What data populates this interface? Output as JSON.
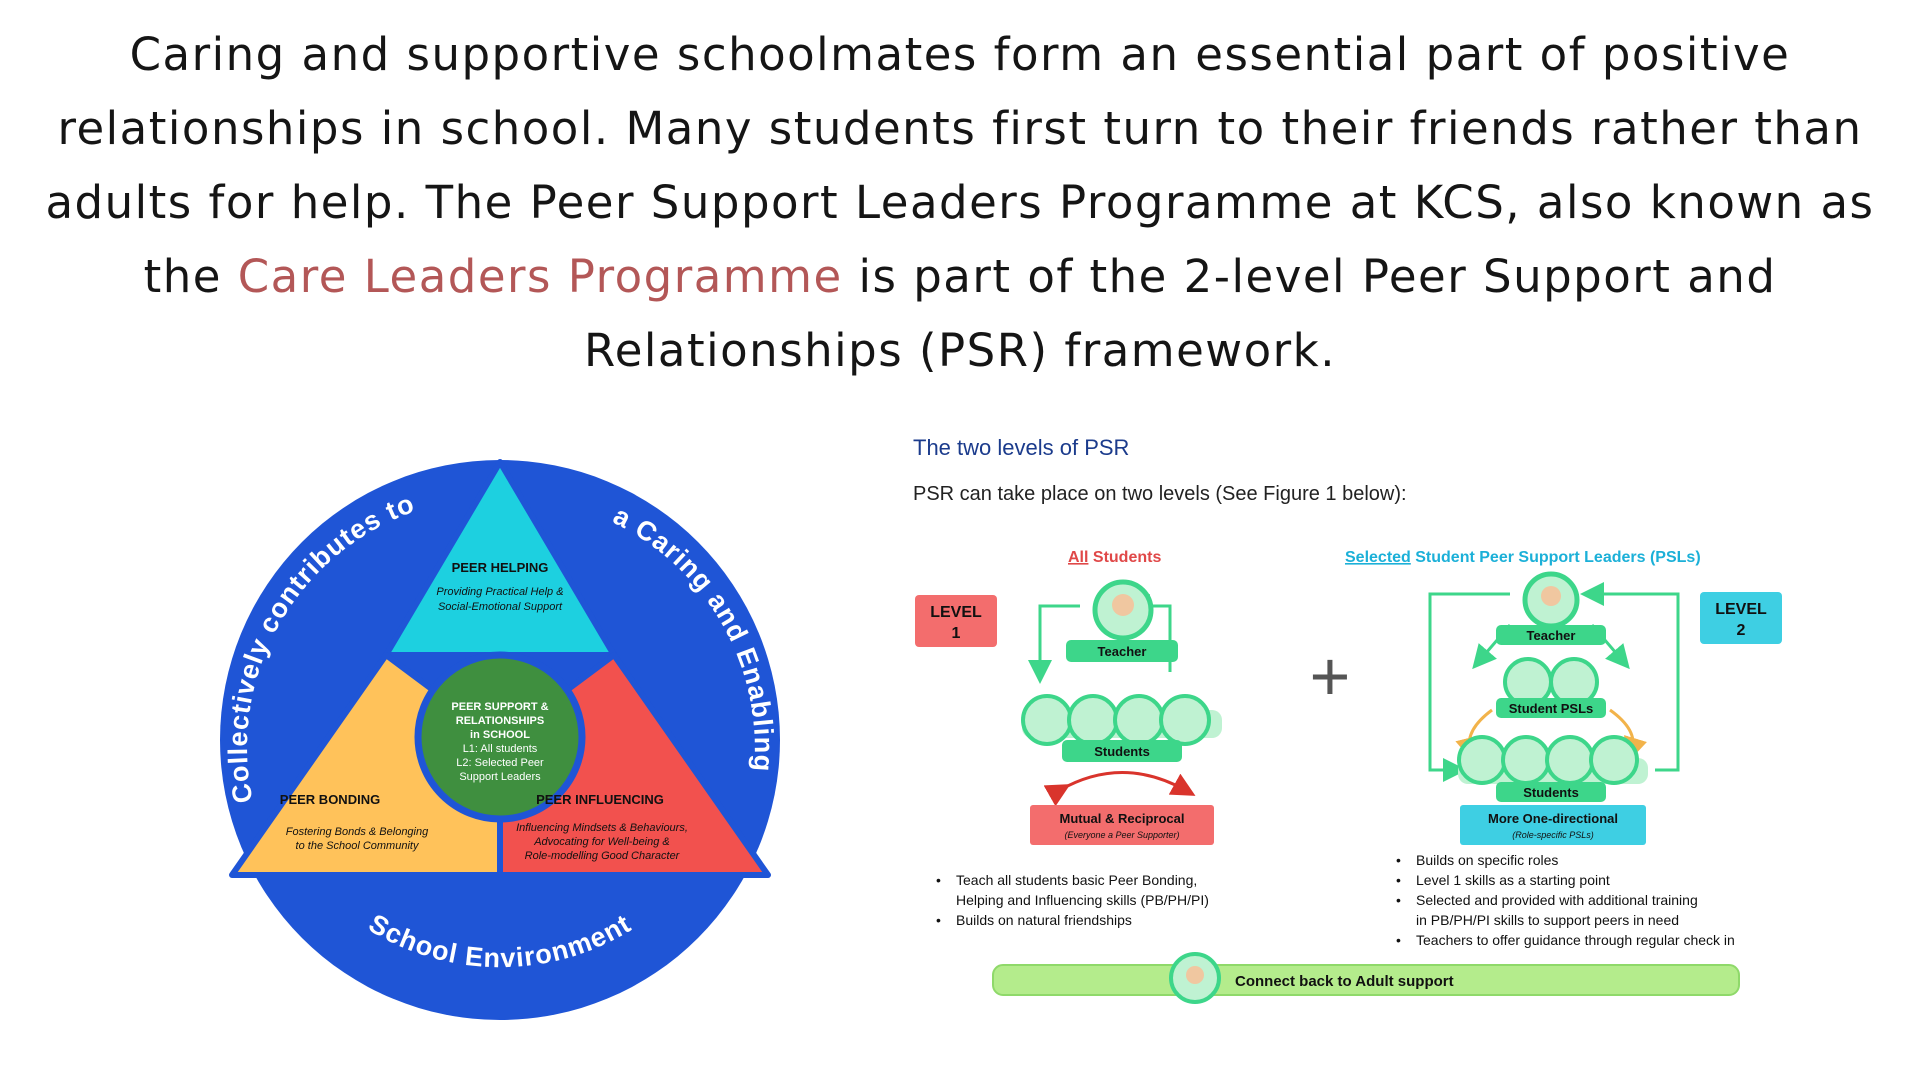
{
  "intro": {
    "part1": "Caring and supportive schoolmates form an essential part of positive relationships in school. Many students first turn to their friends rather than adults for help. The Peer Support Leaders Programme at KCS, also known as the ",
    "highlight": "Care Leaders Programme",
    "part2": " is part of the 2-level Peer Support and Relationships (PSR) framework."
  },
  "wheel": {
    "arc_top_left": "Collectively contributes to",
    "arc_top_right": "a Caring and Enabling",
    "arc_bottom": "School Environment",
    "peer_helping": {
      "title": "PEER HELPING",
      "desc1": "Providing Practical Help &",
      "desc2": "Social-Emotional Support"
    },
    "peer_bonding": {
      "title": "PEER BONDING",
      "desc1": "Fostering Bonds & Belonging",
      "desc2": "to the School Community"
    },
    "peer_influencing": {
      "title": "PEER INFLUENCING",
      "desc1": "Influencing Mindsets & Behaviours,",
      "desc2": "Advocating for Well-being &",
      "desc3": "Role-modelling Good Character"
    },
    "center": {
      "l1": "PEER SUPPORT &",
      "l2": "RELATIONSHIPS",
      "l3": "in SCHOOL",
      "l4": "L1: All students",
      "l5": "L2: Selected Peer",
      "l6": "Support Leaders"
    }
  },
  "psr": {
    "heading": "The two levels of PSR",
    "subheading": "PSR can take place on two levels (See Figure 1 below):",
    "plus": "+",
    "level1": {
      "badge1": "LEVEL",
      "badge2": "1",
      "header_underlined": "All",
      "header_rest": " Students",
      "teacher": "Teacher",
      "students": "Students",
      "mode_title": "Mutual & Reciprocal",
      "mode_sub": "(Everyone a Peer Supporter)",
      "bullets": [
        "Teach all students basic Peer Bonding,",
        "Helping and Influencing skills (PB/PH/PI)",
        "Builds on natural friendships"
      ]
    },
    "level2": {
      "badge1": "LEVEL",
      "badge2": "2",
      "header_underlined": "Selected",
      "header_rest": " Student Peer Support Leaders (PSLs)",
      "teacher": "Teacher",
      "psls": "Student PSLs",
      "students": "Students",
      "mode_title": "More One-directional",
      "mode_sub": "(Role-specific PSLs)",
      "bullets": [
        "Builds on specific roles",
        "Level 1 skills as a starting point",
        "Selected and provided with additional training",
        "in PB/PH/PI skills to support peers in need",
        "Teachers to offer guidance through regular check in"
      ]
    },
    "footer": "Connect back to Adult support"
  },
  "colors": {
    "ring": "#1f55d6",
    "cyan": "#1dd0e0",
    "orange": "#ffc25a",
    "red": "#f2514e",
    "center": "#3f8f3f",
    "green": "#3dd68a",
    "highlight": "#b35757"
  }
}
